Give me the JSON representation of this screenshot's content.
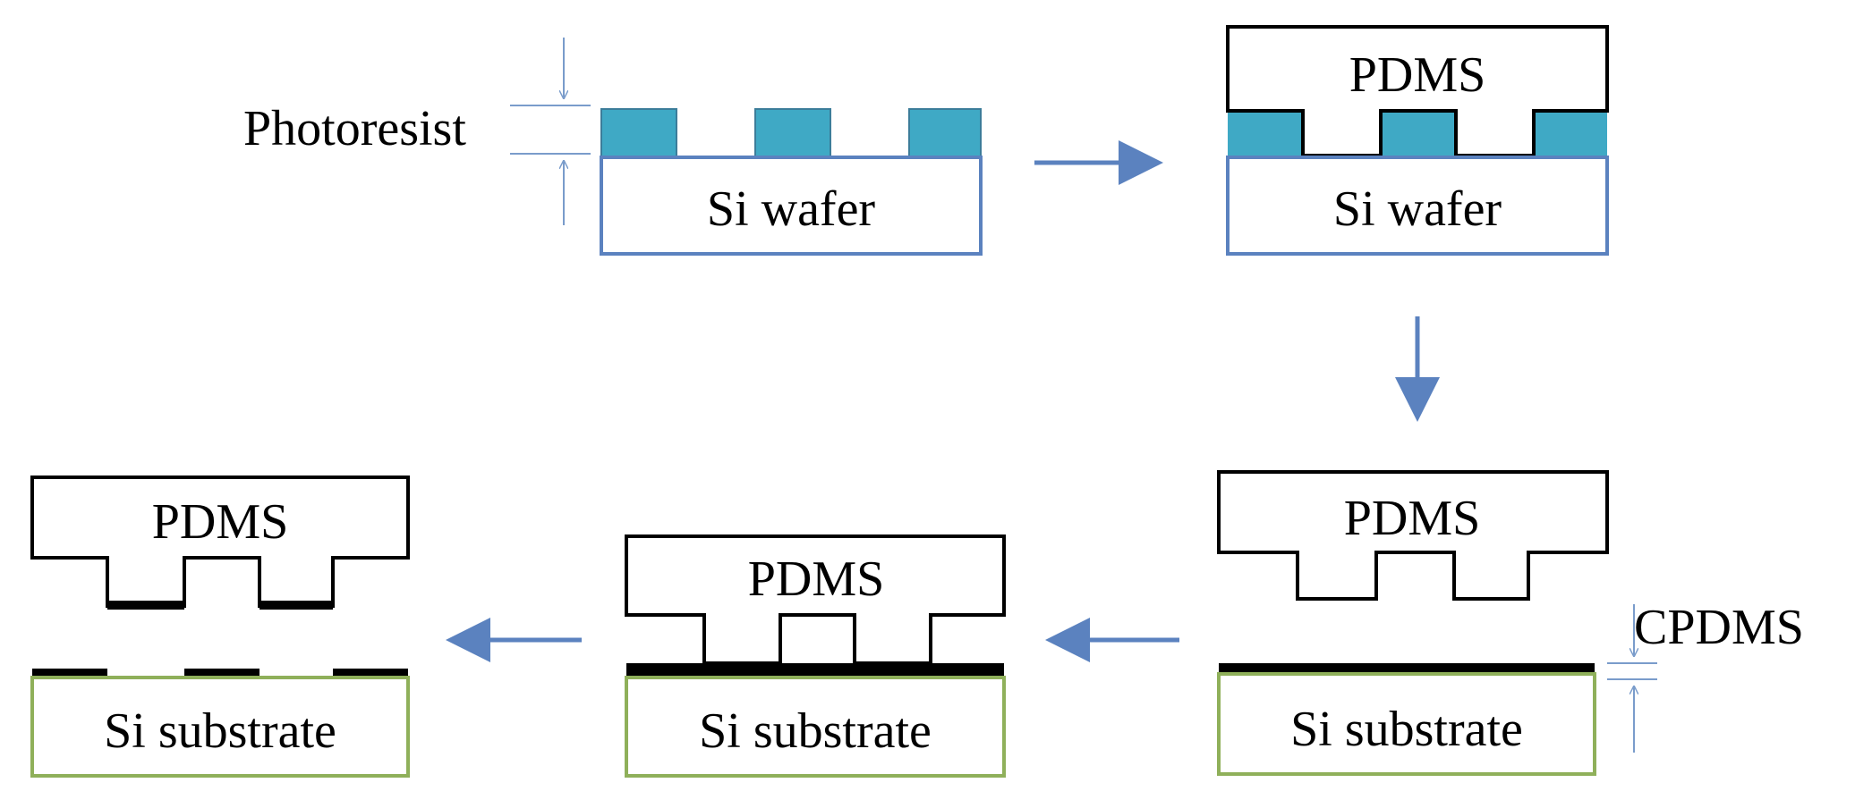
{
  "labels": {
    "photoresist": "Photoresist",
    "si_wafer": "Si wafer",
    "pdms": "PDMS",
    "si_substrate": "Si substrate",
    "cpdms": "CPDMS"
  },
  "colors": {
    "photoresist_fill": "#3FA9C5",
    "wafer_outline": "#5B82BF",
    "substrate_outline": "#8FB05A",
    "arrow": "#5B82BF",
    "dimension_line": "#7A9CCB",
    "cpdms_layer": "#000000",
    "pdms_outline": "#000000"
  }
}
